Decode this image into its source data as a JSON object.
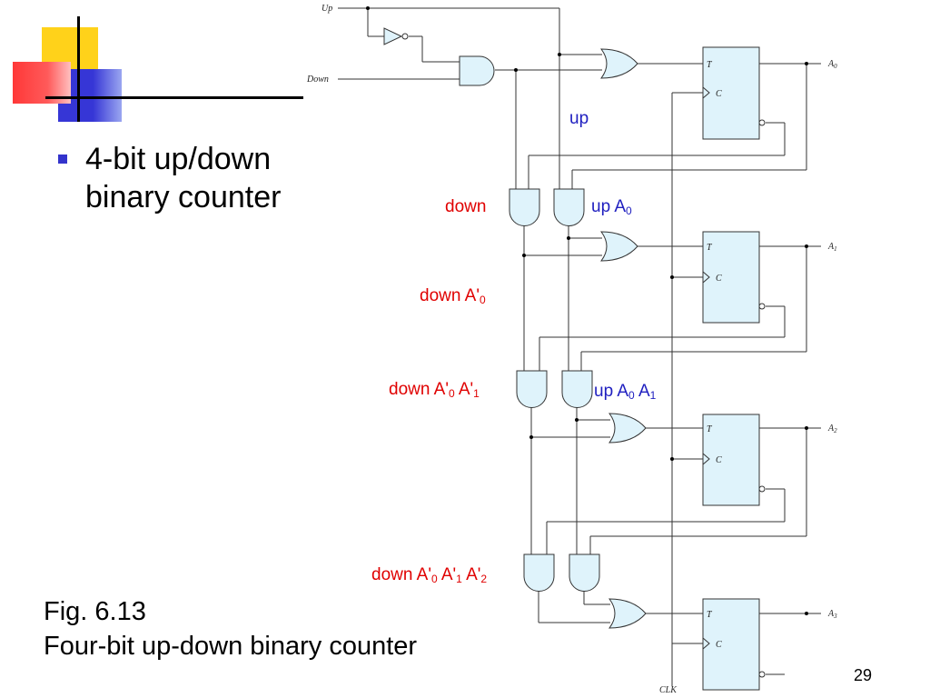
{
  "bullet": {
    "text": "4-bit up/down binary counter"
  },
  "caption": {
    "line1": "Fig. 6.13",
    "line2": "Four-bit up-down binary counter"
  },
  "slide_number": "29",
  "circuit": {
    "input_up": "Up",
    "input_down": "Down",
    "clock": "CLK",
    "ff_t": "T",
    "ff_c": "C",
    "outputs": [
      "A",
      "A",
      "A",
      "A"
    ],
    "output_subscripts": [
      "0",
      "1",
      "2",
      "3"
    ]
  },
  "annotations": {
    "up": "up",
    "down": "down",
    "up_a0": {
      "base": "up A",
      "sub": "0"
    },
    "down_a0": {
      "base": "down A'",
      "sub": "0"
    },
    "down_a0_a1": {
      "p1": "down A'",
      "s1": "0",
      "p2": " A'",
      "s2": "1"
    },
    "up_a0_a1": {
      "p1": "up A",
      "s1": "0",
      "p2": " A",
      "s2": "1"
    },
    "down_a0_a1_a2": {
      "p1": "down A'",
      "s1": "0",
      "p2": " A'",
      "s2": "1",
      "p3": " A'",
      "s3": "2"
    }
  },
  "colors": {
    "gate_fill": "#dff3fb",
    "red": "#e00000",
    "blue": "#2020c0",
    "bullet": "#3333cc"
  }
}
